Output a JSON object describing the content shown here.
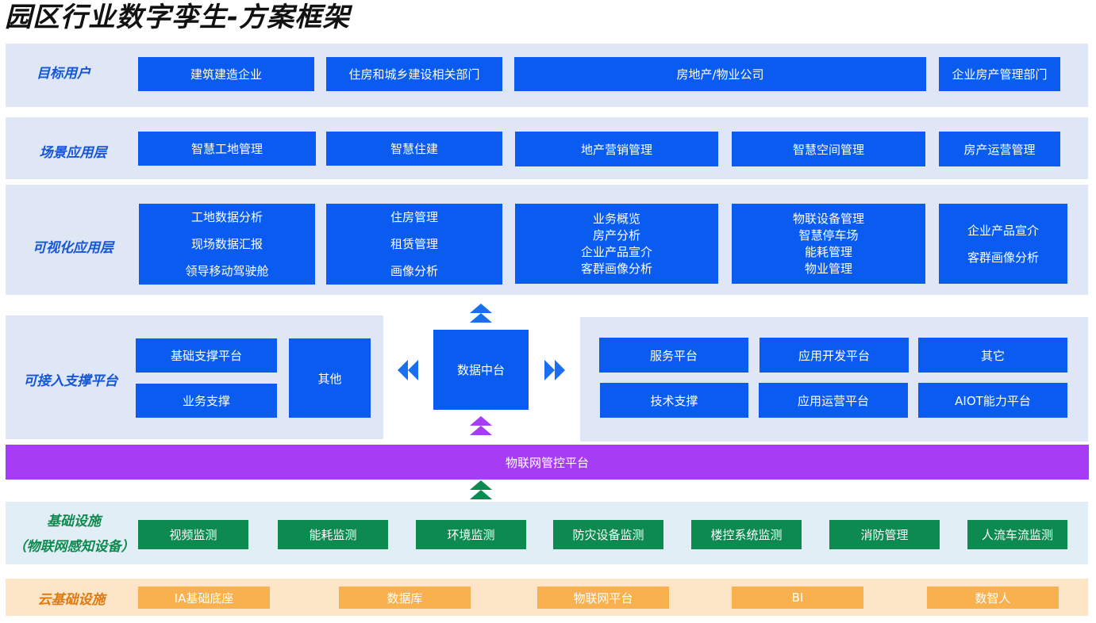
{
  "title": "园区行业数字孪生-方案框架",
  "target_users": {
    "label": "目标用户",
    "items": [
      "建筑建造企业",
      "住房和城乡建设相关部门",
      "房地产/物业公司",
      "企业房产管理部门"
    ]
  },
  "scenario_layer": {
    "label": "场景应用层",
    "items": [
      "智慧工地管理",
      "智慧住建",
      "地产营销管理",
      "智慧空间管理",
      "房产运营管理"
    ]
  },
  "visual_layer": {
    "label": "可视化应用层",
    "groups": [
      [
        "工地数据分析",
        "现场数据汇报",
        "领导移动驾驶舱"
      ],
      [
        "住房管理",
        "租赁管理",
        "画像分析"
      ],
      [
        "业务概览",
        "房产分析",
        "企业产品宣介",
        "客群画像分析"
      ],
      [
        "物联设备管理",
        "智慧停车场",
        "能耗管理",
        "物业管理"
      ],
      [
        "企业产品宣介",
        "客群画像分析"
      ]
    ]
  },
  "support_platform": {
    "label": "可接入支撑平台",
    "left_items": [
      "基础支撑平台",
      "业务支撑",
      "其他"
    ],
    "center": "数据中台",
    "right_items": [
      "服务平台",
      "应用开发平台",
      "其它",
      "技术支撑",
      "应用运营平台",
      "AIOT能力平台"
    ]
  },
  "iot_platform": "物联网管控平台",
  "infrastructure": {
    "label_line1": "基础设施",
    "label_line2": "（物联网感知设备）",
    "items": [
      "视频监测",
      "能耗监测",
      "环境监测",
      "防灾设备监测",
      "楼控系统监测",
      "消防管理",
      "人流车流监测"
    ]
  },
  "cloud": {
    "label": "云基础设施",
    "items": [
      "IA基础底座",
      "数据库",
      "物联网平台",
      "BI",
      "数智人"
    ]
  },
  "colors": {
    "layer_band": "#dfe6f6",
    "box_blue": "#0a5cf0",
    "label_blue": "#1556d6",
    "iot_purple": "#a63cf3",
    "infra_band": "#e1eef5",
    "box_green": "#0d8a50",
    "cloud_band": "#fde6c8",
    "box_orange": "#f8b14e",
    "label_orange": "#e07a10"
  },
  "icons": [
    "double-triangle-up-icon",
    "double-triangle-left-icon",
    "double-triangle-right-icon"
  ]
}
